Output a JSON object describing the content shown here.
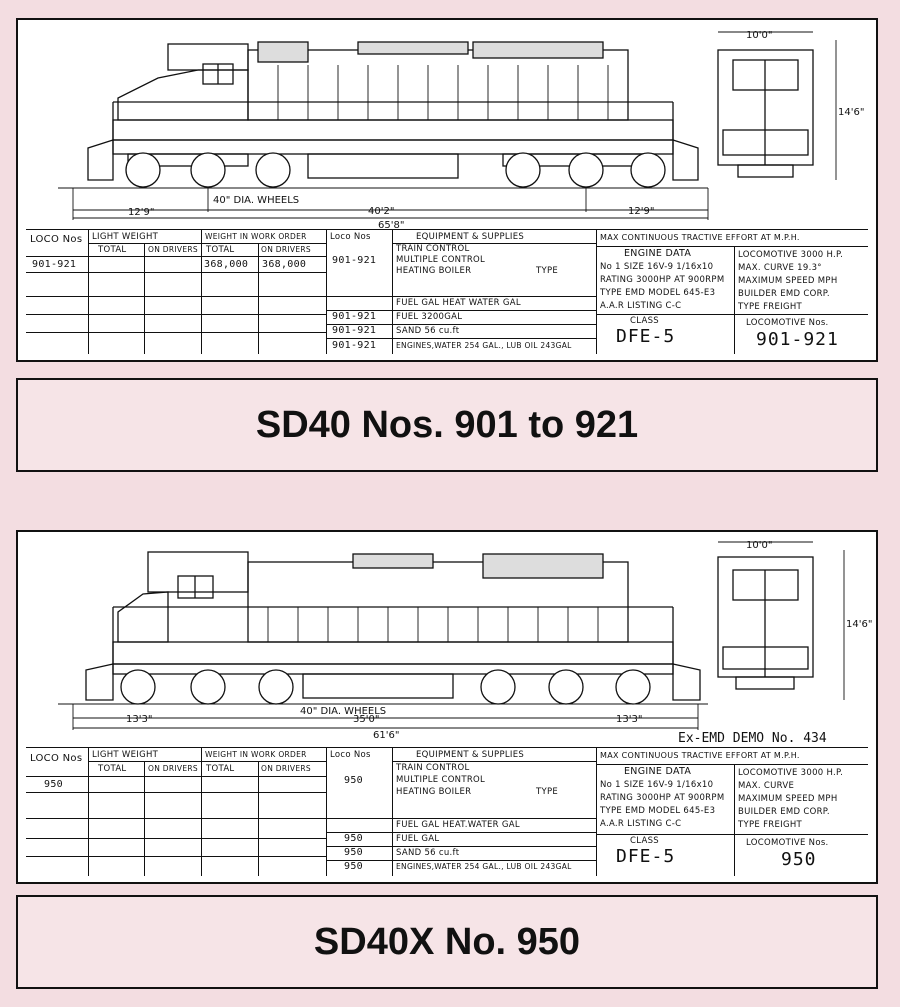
{
  "top": {
    "caption": "SD40 Nos. 901 to 921",
    "dims": {
      "height": "14'6\"",
      "width": "10'0\"",
      "overall": "65'8\"",
      "wheelbase": "40'2\"",
      "left_over": "12'9\"",
      "right_over": "12'9\"",
      "wheels": "40\" DIA. WHEELS"
    },
    "left_table": {
      "loco_nos_label": "LOCO Nos",
      "light_weight": "LIGHT WEIGHT",
      "work_order": "WEIGHT IN WORK ORDER",
      "total": "TOTAL",
      "on_drivers": "ON DRIVERS",
      "row_loco": "901-921",
      "row_total": "368,000",
      "row_drivers": "368,000"
    },
    "mid_table": {
      "loco_nos": "Loco Nos",
      "equipment": "EQUIPMENT & SUPPLIES",
      "train_control": "TRAIN CONTROL",
      "multiple_control": "MULTIPLE CONTROL",
      "heating_boiler": "HEATING BOILER",
      "type": "TYPE",
      "fuel_row": "FUEL   GAL   HEAT WATER   GAL",
      "r1_no": "901-921",
      "r2_no": "901-921",
      "r2_text": "FUEL 3200GAL",
      "r3_no": "901-921",
      "r3_text": "SAND 56 cu.ft",
      "r4_no": "901-921",
      "r4_text": "ENGINES,WATER 254 GAL., LUB OIL 243GAL"
    },
    "right_table": {
      "max_te": "MAX CONTINUOUS TRACTIVE EFFORT   AT   M.P.H.",
      "engine_data": "ENGINE DATA",
      "no": "No  1  SIZE 16V-9 1/16x10",
      "rating": "RATING 3000HP AT 900RPM",
      "type": "TYPE EMD MODEL 645-E3",
      "aar": "A.A.R LISTING C-C",
      "loco": "LOCOMOTIVE 3000 H.P.",
      "max_curve": "MAX. CURVE 19.3°",
      "max_speed": "MAXIMUM SPEED   MPH",
      "builder": "BUILDER EMD CORP.",
      "service": "TYPE   FREIGHT",
      "class_label": "CLASS",
      "class_val": "DFE-5",
      "locos_label": "LOCOMOTIVE Nos.",
      "locos_val": "901-921"
    }
  },
  "bottom": {
    "caption": "SD40X No. 950",
    "dims": {
      "height": "14'6\"",
      "width": "10'0\"",
      "overall": "61'6\"",
      "wheelbase": "35'0\"",
      "left_over": "13'3\"",
      "right_over": "13'3\"",
      "wheels": "40\" DIA. WHEELS"
    },
    "note": "Ex-EMD DEMO No. 434",
    "left_table": {
      "loco_nos_label": "LOCO Nos",
      "light_weight": "LIGHT WEIGHT",
      "work_order": "WEIGHT IN WORK ORDER",
      "total": "TOTAL",
      "on_drivers": "ON DRIVERS",
      "row_loco": "950"
    },
    "mid_table": {
      "loco_nos": "Loco Nos",
      "equipment": "EQUIPMENT & SUPPLIES",
      "train_control": "TRAIN CONTROL",
      "multiple_control": "MULTIPLE CONTROL",
      "heating_boiler": "HEATING BOILER",
      "type": "TYPE",
      "fuel_row": "FUEL   GAL   HEAT.WATER   GAL",
      "r1_no": "950",
      "r2_no": "950",
      "r2_text": "FUEL   GAL",
      "r3_no": "950",
      "r3_text": "SAND 56 cu.ft",
      "r4_no": "950",
      "r4_text": "ENGINES,WATER 254 GAL., LUB OIL 243GAL"
    },
    "right_table": {
      "max_te": "MAX CONTINUOUS TRACTIVE EFFORT   AT   M.P.H.",
      "engine_data": "ENGINE DATA",
      "no": "No  1  SIZE 16V-9 1/16x10",
      "rating": "RATING 3000HP AT 900RPM",
      "type": "TYPE EMD MODEL 645-E3",
      "aar": "A.A.R LISTING C-C",
      "loco": "LOCOMOTIVE 3000 H.P.",
      "max_curve": "MAX. CURVE",
      "max_speed": "MAXIMUM SPEED   MPH",
      "builder": "BUILDER EMD CORP.",
      "service": "TYPE   FREIGHT",
      "class_label": "CLASS",
      "class_val": "DFE-5",
      "locos_label": "LOCOMOTIVE Nos.",
      "locos_val": "950"
    }
  },
  "colors": {
    "page_bg": "#f3dde1",
    "ink": "#111111"
  }
}
